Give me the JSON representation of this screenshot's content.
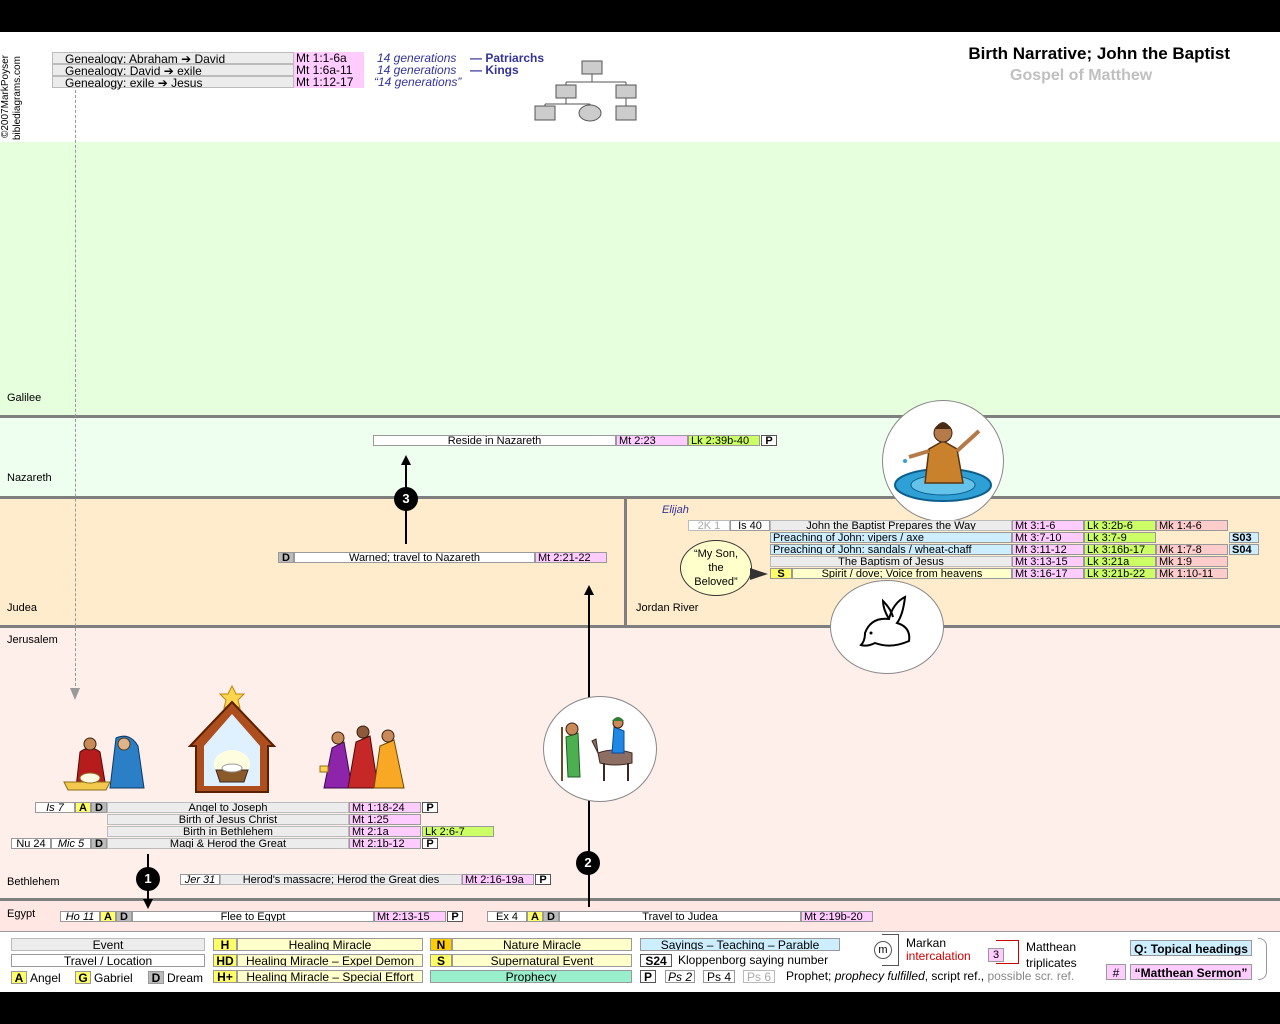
{
  "header": {
    "title": "Birth Narrative; John the Baptist",
    "subtitle": "Gospel of Matthew",
    "copyright": "©2007MarkPoyser",
    "site": "biblediagrams.com"
  },
  "genealogy": [
    {
      "label": "Genealogy: Abraham ➔ David",
      "ref": "Mt 1:1-6a",
      "note": "14 generations",
      "group": "Patriarchs"
    },
    {
      "label": "Genealogy: David ➔ exile",
      "ref": "Mt 1:6a-11",
      "note": "14 generations",
      "group": "Kings"
    },
    {
      "label": "Genealogy: exile ➔ Jesus",
      "ref": "Mt 1:12-17",
      "note": "“14 generations”",
      "group": ""
    }
  ],
  "regions": {
    "galilee": "Galilee",
    "nazareth": "Nazareth",
    "judea": "Judea",
    "jordan": "Jordan River",
    "jerusalem": "Jerusalem",
    "bethlehem": "Bethlehem",
    "egypt": "Egypt"
  },
  "colors": {
    "galilee": "#e6ffdd",
    "nazareth": "#eefff0",
    "judea": "#ffeccc",
    "jerusalem": "#ffefeb",
    "egypt": "#ffe8e4",
    "matthew": "#ffccff",
    "luke": "#ccff66",
    "mark": "#ffcccc",
    "q": "#cceeff"
  },
  "events": {
    "nazareth": {
      "label": "Reside in Nazareth",
      "mt": "Mt 2:23",
      "lk": "Lk 2:39b-40",
      "p": "P"
    },
    "warned": {
      "tag": "D",
      "label": "Warned; travel to Nazareth",
      "mt": "Mt 2:21-22"
    },
    "elijah": "Elijah",
    "john": [
      {
        "ot1": "2K 1",
        "ot2": "Is 40",
        "label": "John the Baptist Prepares the Way",
        "mt": "Mt 3:1-6",
        "lk": "Lk 3:2b-6",
        "mk": "Mk 1:4-6",
        "s": ""
      },
      {
        "label": "Preaching of John: vipers / axe",
        "mt": "Mt 3:7-10",
        "lk": "Lk 3:7-9",
        "mk": "",
        "s": "S03"
      },
      {
        "label": "Preaching of John: sandals / wheat-chaff",
        "mt": "Mt 3:11-12",
        "lk": "Lk 3:16b-17",
        "mk": "Mk 1:7-8",
        "s": "S04"
      },
      {
        "label": "The Baptism of Jesus",
        "mt": "Mt 3:13-15",
        "lk": "Lk 3:21a",
        "mk": "Mk 1:9",
        "s": ""
      },
      {
        "tag": "S",
        "label": "Spirit / dove; Voice from heavens",
        "mt": "Mt 3:16-17",
        "lk": "Lk 3:21b-22",
        "mk": "Mk 1:10-11",
        "s": ""
      }
    ],
    "speech": "“My Son, the Beloved”",
    "birth": [
      {
        "ot": "Is 7",
        "a": "A",
        "d": "D",
        "label": "Angel to Joseph",
        "mt": "Mt 1:18-24",
        "lk": "",
        "p": "P"
      },
      {
        "label": "Birth of Jesus Christ",
        "mt": "Mt 1:25",
        "lk": "",
        "p": ""
      },
      {
        "label": "Birth in Bethlehem",
        "mt": "Mt 2:1a",
        "lk": "Lk 2:6-7",
        "p": ""
      },
      {
        "ot": "Nu 24",
        "ot2": "Mic 5",
        "d": "D",
        "label": "Magi & Herod the Great",
        "mt": "Mt 2:1b-12",
        "lk": "",
        "p": "P"
      }
    ],
    "massacre": {
      "ot": "Jer 31",
      "label": "Herod's massacre; Herod the Great dies",
      "mt": "Mt 2:16-19a",
      "p": "P"
    },
    "flee": {
      "ot": "Ho 11",
      "a": "A",
      "d": "D",
      "label": "Flee to Egypt",
      "mt": "Mt 2:13-15",
      "p": "P"
    },
    "travel": {
      "ot": "Ex 4",
      "a": "A",
      "d": "D",
      "label": "Travel to Judea",
      "mt": "Mt 2:19b-20"
    }
  },
  "steps": [
    "1",
    "2",
    "3"
  ],
  "legend": {
    "event": "Event",
    "travel": "Travel / Location",
    "angel_tag": "A",
    "angel": "Angel",
    "gabriel_tag": "G",
    "gabriel": "Gabriel",
    "dream_tag": "D",
    "dream": "Dream",
    "h_tag": "H",
    "h": "Healing Miracle",
    "hd_tag": "HD",
    "hd": "Healing Miracle – Expel Demon",
    "hp_tag": "H+",
    "hp": "Healing Miracle – Special Effort",
    "n_tag": "N",
    "n": "Nature Miracle",
    "s_tag": "S",
    "s": "Supernatural Event",
    "prophecy": "Prophecy",
    "sayings": "Sayings – Teaching – Parable",
    "s24": "S24",
    "kloppenborg": "Kloppenborg saying number",
    "p": "P",
    "ps2": "Ps 2",
    "ps4": "Ps 4",
    "ps6": "Ps 6",
    "prophet_text": "Prophet; ",
    "prophet_italic": "prophecy fulfilled",
    "prophet_text2": ", script ref., ",
    "prophet_grey": "possible scr. ref.",
    "markan": "Markan",
    "intercalation": "intercalation",
    "m": "m",
    "triplicate_num": "3",
    "matthean": "Matthean",
    "triplicates": "triplicates",
    "topical": "Q: Topical headings",
    "hash": "#",
    "sermon": "“Matthean Sermon”"
  }
}
